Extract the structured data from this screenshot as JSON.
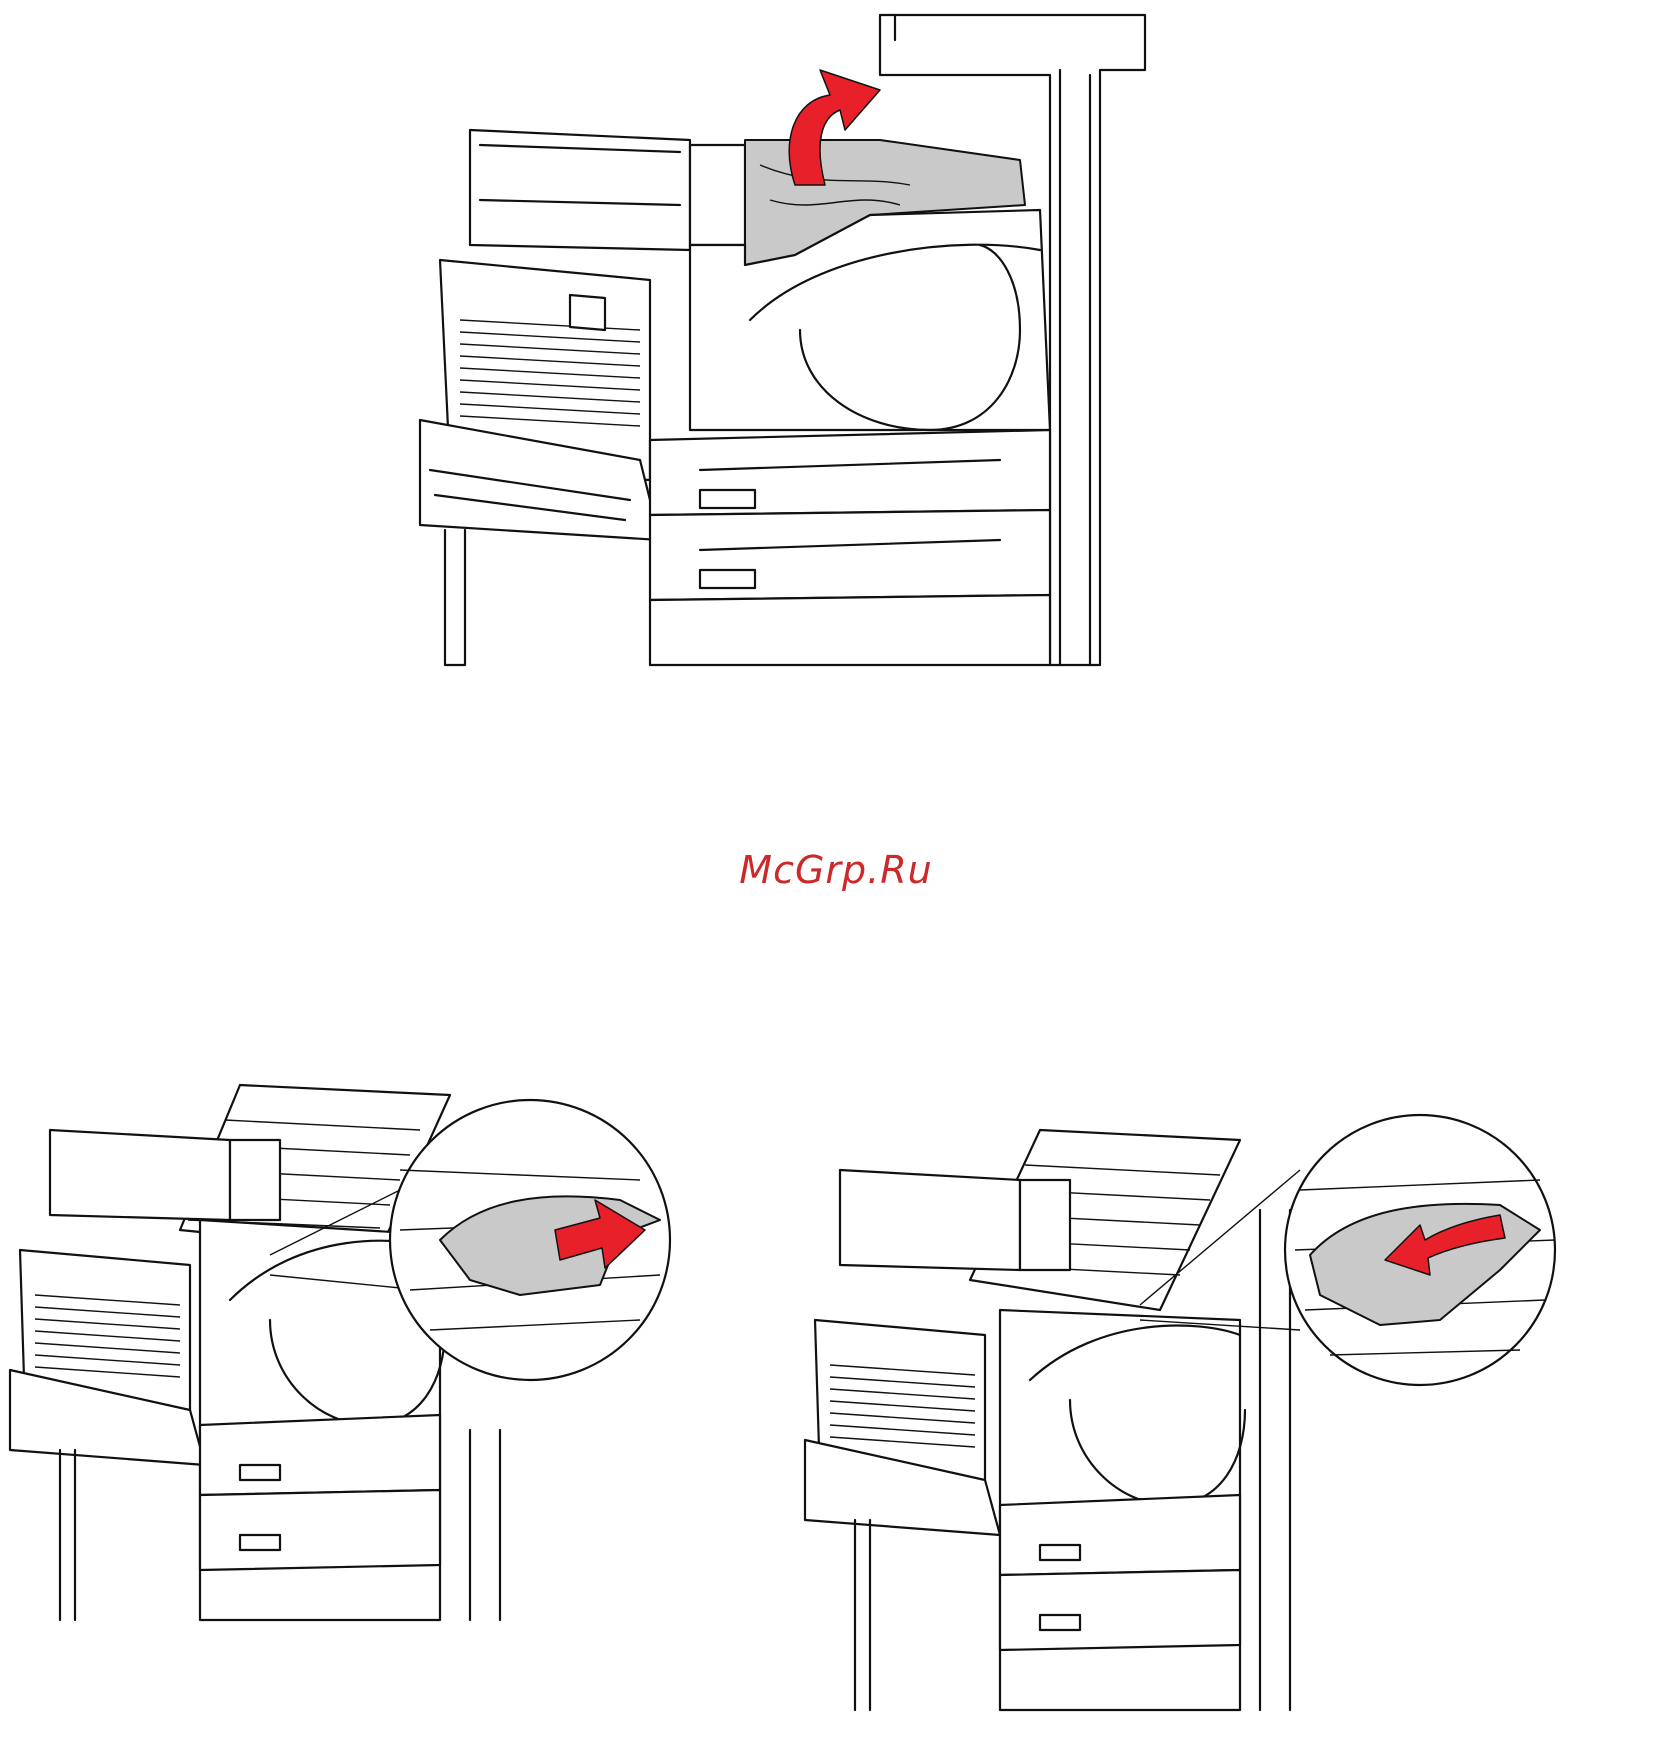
{
  "watermark": {
    "text": "McGrp.Ru",
    "color": "#cc2a2a"
  },
  "colors": {
    "arrow": "#e8202a",
    "paper": "#c9c9c9",
    "outline": "#111111",
    "background": "#ffffff"
  },
  "figures": [
    {
      "id": "top",
      "icon": "printer-open-top-cover-arrow-up"
    },
    {
      "id": "bottom-left",
      "icon": "printer-remove-jammed-paper-arrow-right"
    },
    {
      "id": "bottom-right",
      "icon": "printer-remove-jammed-paper-arrow-left"
    }
  ]
}
